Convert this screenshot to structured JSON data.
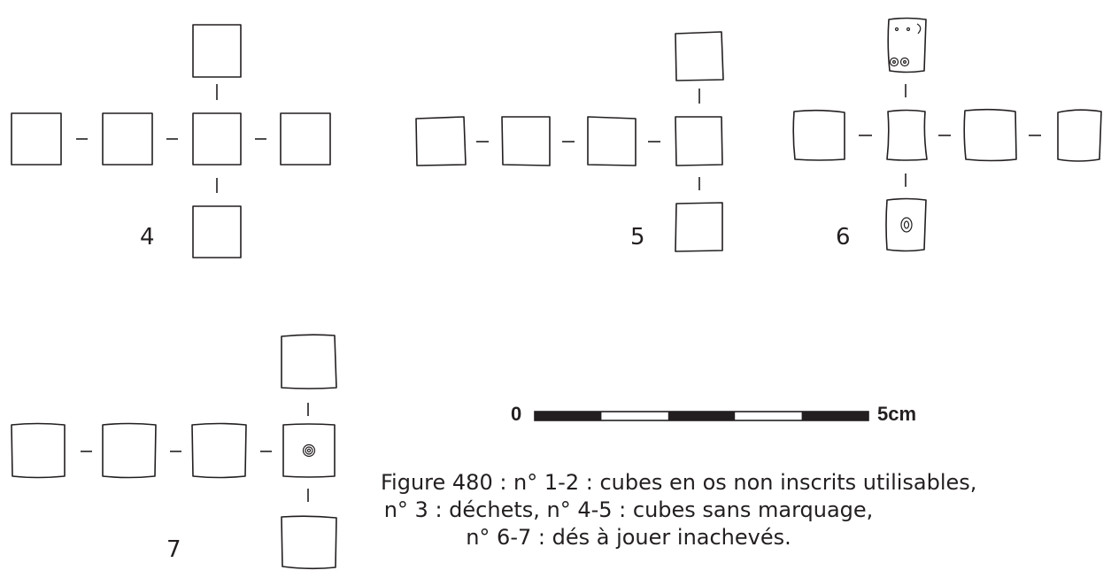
{
  "figures": [
    {
      "id": "fig-4",
      "label": "4"
    },
    {
      "id": "fig-5",
      "label": "5"
    },
    {
      "id": "fig-6",
      "label": "6"
    },
    {
      "id": "fig-7",
      "label": "7"
    }
  ],
  "scale_bar": {
    "start_label": "0",
    "end_label": "5cm"
  },
  "caption": {
    "lines": [
      "Figure 480 : n° 1-2 : cubes en os non inscrits utilisables,",
      "n° 3 : déchets, n° 4-5 : cubes sans marquage,",
      "n° 6-7 : dés à jouer inachevés."
    ]
  },
  "colors": {
    "ink": "#231f20",
    "background": "#ffffff"
  }
}
